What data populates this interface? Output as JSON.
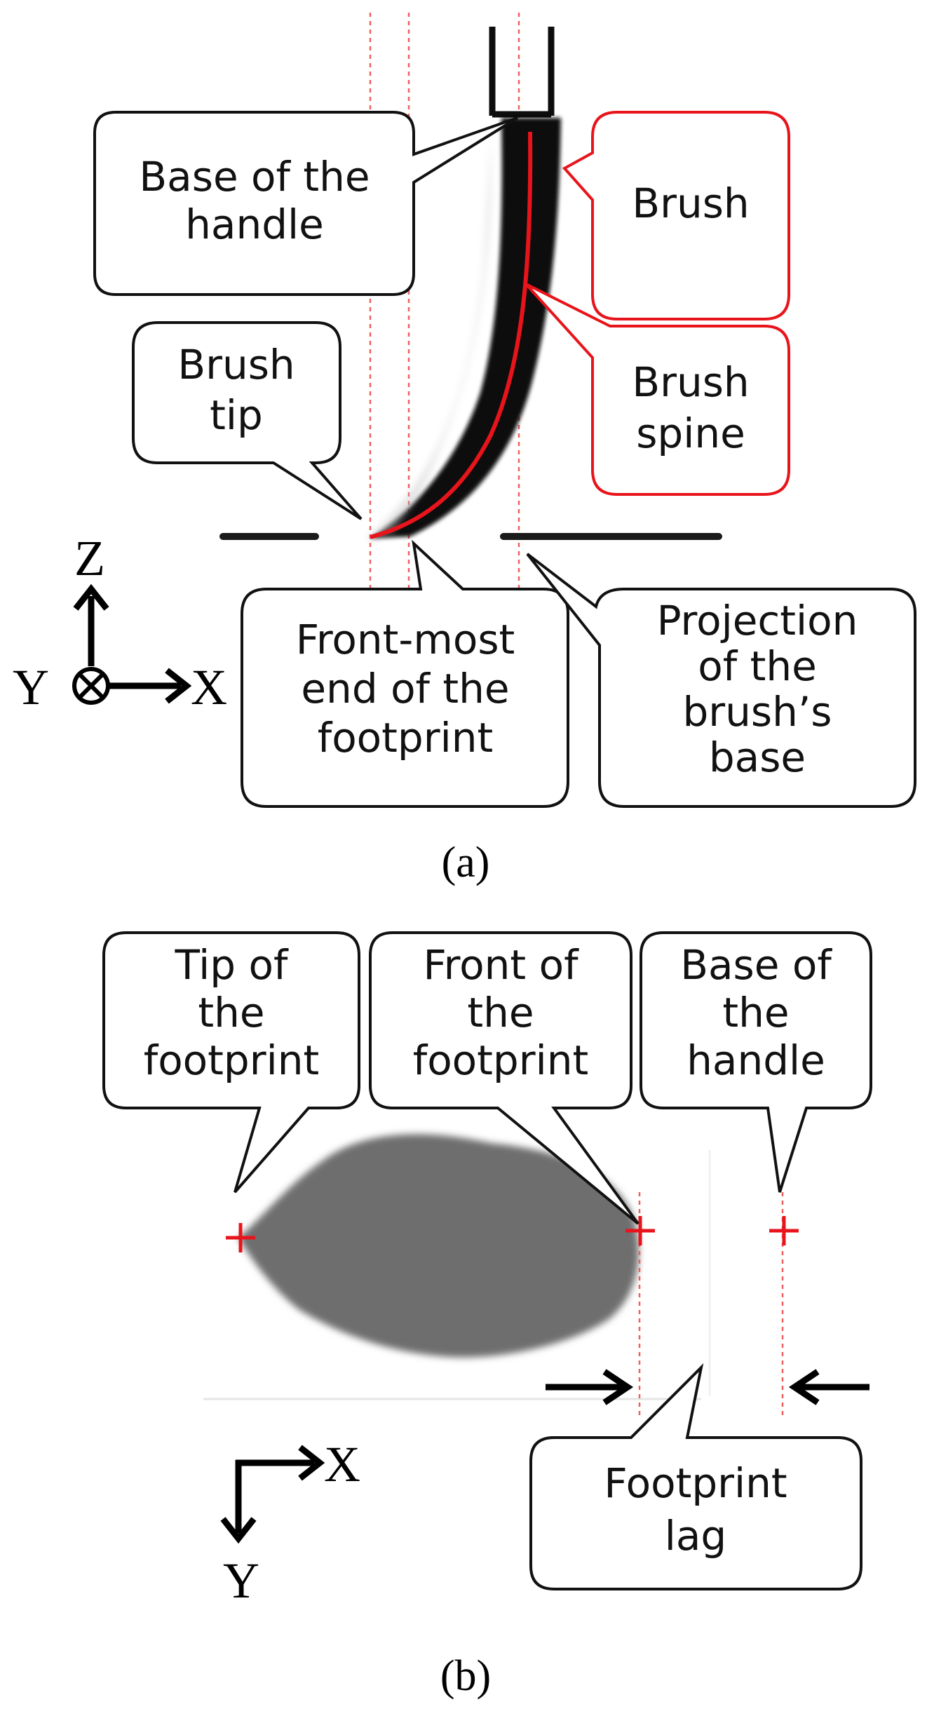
{
  "panel_a": {
    "label": "(a)",
    "callouts": {
      "base_of_handle": [
        "Base of the",
        "handle"
      ],
      "brush": [
        "Brush"
      ],
      "brush_spine": [
        "Brush",
        "spine"
      ],
      "brush_tip": [
        "Brush",
        "tip"
      ],
      "front_most_end": [
        "Front-most",
        "end of the",
        "footprint"
      ],
      "projection_base": [
        "Projection",
        "of the",
        "brush’s",
        "base"
      ]
    },
    "axes": {
      "up": "Z",
      "right": "X",
      "into_page": "Y"
    }
  },
  "panel_b": {
    "label": "(b)",
    "callouts": {
      "tip_of_footprint": [
        "Tip of",
        "the",
        "footprint"
      ],
      "front_of_footprint": [
        "Front of",
        "the",
        "footprint"
      ],
      "base_of_handle": [
        "Base of",
        "the",
        "handle"
      ],
      "footprint_lag": [
        "Footprint",
        "lag"
      ]
    },
    "axes": {
      "right": "X",
      "down": "Y"
    }
  },
  "colors": {
    "highlight_red": "#e8141c",
    "callout_black": "#111111",
    "footprint_gray": "#6e6e6e",
    "brush_black": "#0d0d0d",
    "guide_red": "#f06060"
  }
}
